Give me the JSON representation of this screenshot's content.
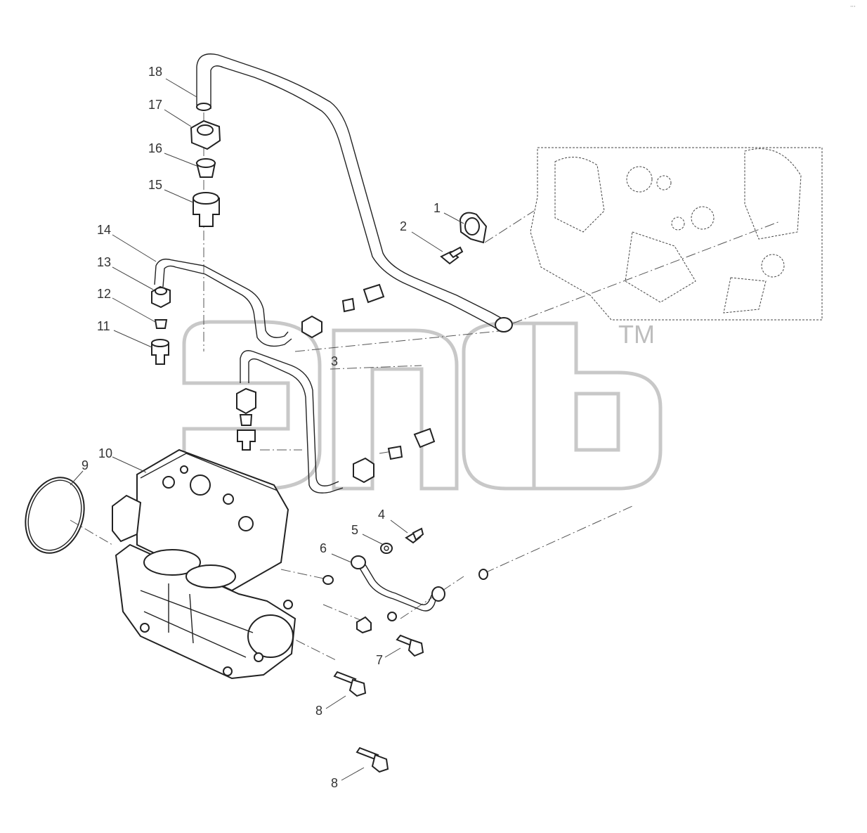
{
  "diagram": {
    "corner_mark": "···",
    "watermark": {
      "trademark": "TM"
    },
    "callouts": [
      "1",
      "2",
      "3",
      "4",
      "5",
      "6",
      "7",
      "8",
      "8",
      "9",
      "10",
      "11",
      "12",
      "13",
      "14",
      "15",
      "16",
      "17",
      "18"
    ]
  }
}
